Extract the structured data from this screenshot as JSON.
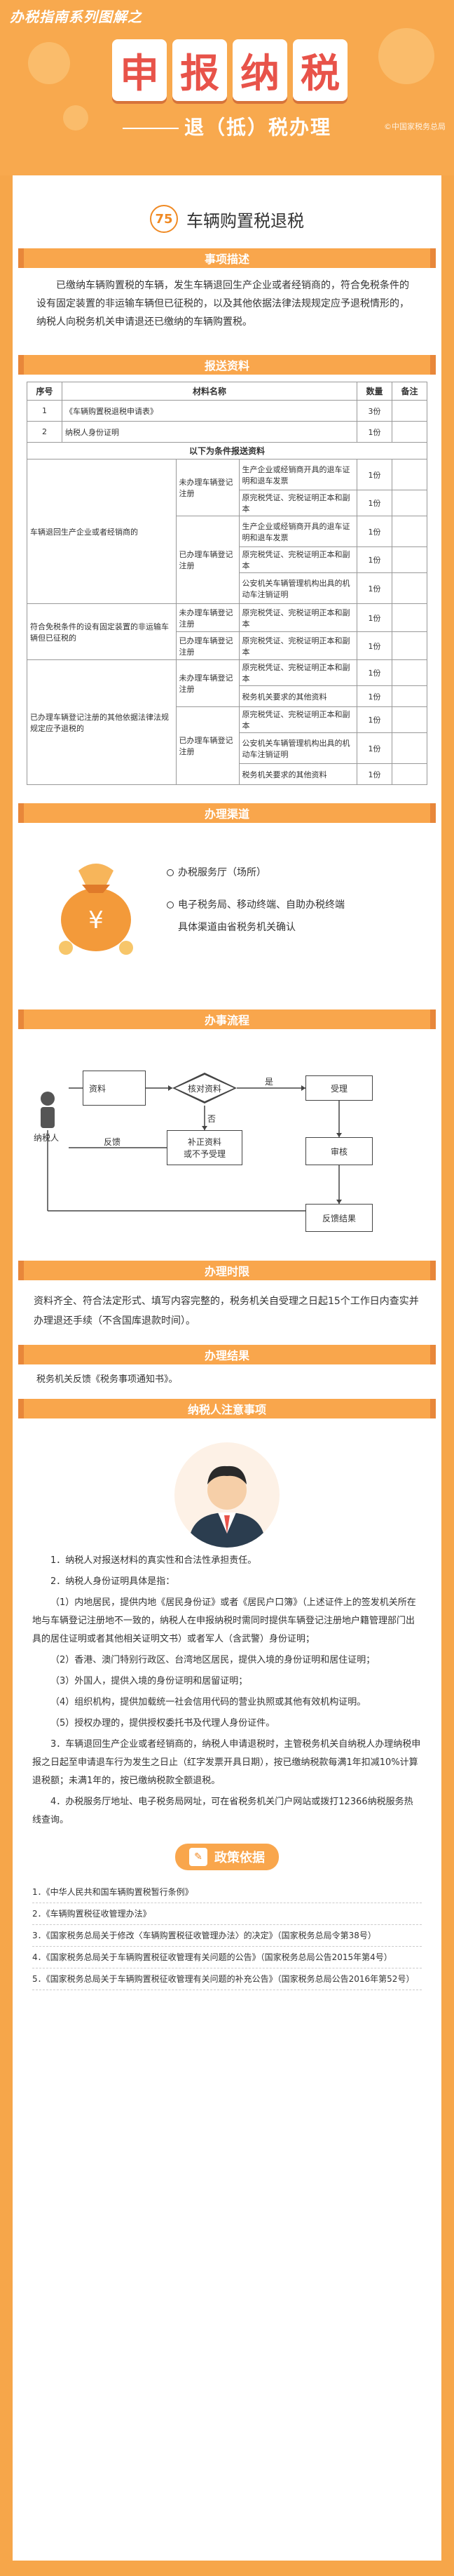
{
  "header": {
    "series": "办税指南系列图解之",
    "title_chars": [
      "申",
      "报",
      "纳",
      "税"
    ],
    "subtitle": "退（抵）税办理",
    "source": "©中国家税务总局"
  },
  "topic": {
    "number": "75",
    "title": "车辆购置税退税"
  },
  "sections": {
    "matter": "事项描述",
    "materials": "报送资料",
    "channels": "办理渠道",
    "flow": "办事流程",
    "time": "办理时限",
    "result": "办理结果",
    "notes": "纳税人注意事项"
  },
  "matter_text": "已缴纳车辆购置税的车辆，发生车辆退回生产企业或者经销商的，符合免税条件的设有固定装置的非运输车辆但已征税的，以及其他依据法律法规规定应予退税情形的，纳税人向税务机关申请退还已缴纳的车辆购置税。",
  "materials_table": {
    "headers": [
      "序号",
      "材料名称",
      "数量",
      "备注"
    ],
    "rows": [
      {
        "no": "1",
        "name": "《车辆购置税退税申请表》",
        "qty": "3份",
        "note": ""
      },
      {
        "no": "2",
        "name": "纳税人身份证明",
        "qty": "1份",
        "note": ""
      }
    ],
    "cond_header": "以下为条件报送资料",
    "cond": [
      {
        "cond": "车辆退回生产企业或者经销商的",
        "groups": [
          {
            "status": "未办理车辆登记注册",
            "items": [
              {
                "name": "生产企业或经销商开具的退车证明和退车发票",
                "qty": "1份"
              },
              {
                "name": "原完税凭证、完税证明正本和副本",
                "qty": "1份"
              }
            ]
          },
          {
            "status": "已办理车辆登记注册",
            "items": [
              {
                "name": "生产企业或经销商开具的退车证明和退车发票",
                "qty": "1份"
              },
              {
                "name": "原完税凭证、完税证明正本和副本",
                "qty": "1份"
              },
              {
                "name": "公安机关车辆管理机构出具的机动车注销证明",
                "qty": "1份"
              }
            ]
          }
        ]
      },
      {
        "cond": "符合免税条件的设有固定装置的非运输车辆但已征税的",
        "groups": [
          {
            "status": "未办理车辆登记注册",
            "items": [
              {
                "name": "原完税凭证、完税证明正本和副本",
                "qty": "1份"
              }
            ]
          },
          {
            "status": "已办理车辆登记注册",
            "items": [
              {
                "name": "原完税凭证、完税证明正本和副本",
                "qty": "1份"
              }
            ]
          }
        ]
      },
      {
        "cond": "已办理车辆登记注册的其他依据法律法规规定应予退税的",
        "groups": [
          {
            "status": "未办理车辆登记注册",
            "items": [
              {
                "name": "原完税凭证、完税证明正本和副本",
                "qty": "1份"
              },
              {
                "name": "税务机关要求的其他资料",
                "qty": "1份"
              }
            ]
          },
          {
            "status": "已办理车辆登记注册",
            "items": [
              {
                "name": "原完税凭证、完税证明正本和副本",
                "qty": "1份"
              },
              {
                "name": "公安机关车辆管理机构出具的机动车注销证明",
                "qty": "1份"
              },
              {
                "name": "税务机关要求的其他资料",
                "qty": "1份"
              }
            ]
          }
        ]
      }
    ]
  },
  "channels": [
    "办税服务厅（场所）",
    "电子税务局、移动终端、自助办税终端",
    "具体渠道由省税务机关确认"
  ],
  "flow": {
    "taxpayer": "纳税人",
    "materials": "资料",
    "check": "核对资料",
    "yes": "是",
    "no": "否",
    "accept": "受理",
    "supplement": "补正资料\n或不予受理",
    "review": "审核",
    "feedback": "反馈",
    "result": "反馈结果"
  },
  "time_text": "资料齐全、符合法定形式、填写内容完整的，税务机关自受理之日起15个工作日内查实并办理退还手续（不含国库退款时间）。",
  "result_text": "税务机关反馈《税务事项通知书》。",
  "notes": [
    "1．纳税人对报送材料的真实性和合法性承担责任。",
    "2．纳税人身份证明具体是指：",
    "（1）内地居民，提供内地《居民身份证》或者《居民户口簿》（上述证件上的签发机关所在地与车辆登记注册地不一致的，纳税人在申报纳税时需同时提供车辆登记注册地户籍管理部门出具的居住证明或者其他相关证明文书）或者军人（含武警）身份证明；",
    "（2）香港、澳门特别行政区、台湾地区居民，提供入境的身份证明和居住证明；",
    "（3）外国人，提供入境的身份证明和居留证明；",
    "（4）组织机构，提供加载统一社会信用代码的营业执照或其他有效机构证明。",
    "（5）授权办理的，提供授权委托书及代理人身份证件。",
    "3．车辆退回生产企业或者经销商的，纳税人申请退税时，主管税务机关自纳税人办理纳税申报之日起至申请退车行为发生之日止（红字发票开具日期），按已缴纳税款每满1年扣减10%计算退税额；未满1年的，按已缴纳税款全额退税。",
    "4．办税服务厅地址、电子税务局网址，可在省税务机关门户网站或拨打12366纳税服务热线查询。"
  ],
  "policy": {
    "title": "政策依据",
    "items": [
      "1．《中华人民共和国车辆购置税暂行条例》",
      "2．《车辆购置税征收管理办法》",
      "3．《国家税务总局关于修改〈车辆购置税征收管理办法〉的决定》（国家税务总局令第38号）",
      "4．《国家税务总局关于车辆购置税征收管理有关问题的公告》（国家税务总局公告2015年第4号）",
      "5．《国家税务总局关于车辆购置税征收管理有关问题的补充公告》（国家税务总局公告2016年第52号）"
    ]
  },
  "colors": {
    "accent": "#f9a64c",
    "title_red": "#e8534a",
    "bg": "#f6a64a"
  }
}
